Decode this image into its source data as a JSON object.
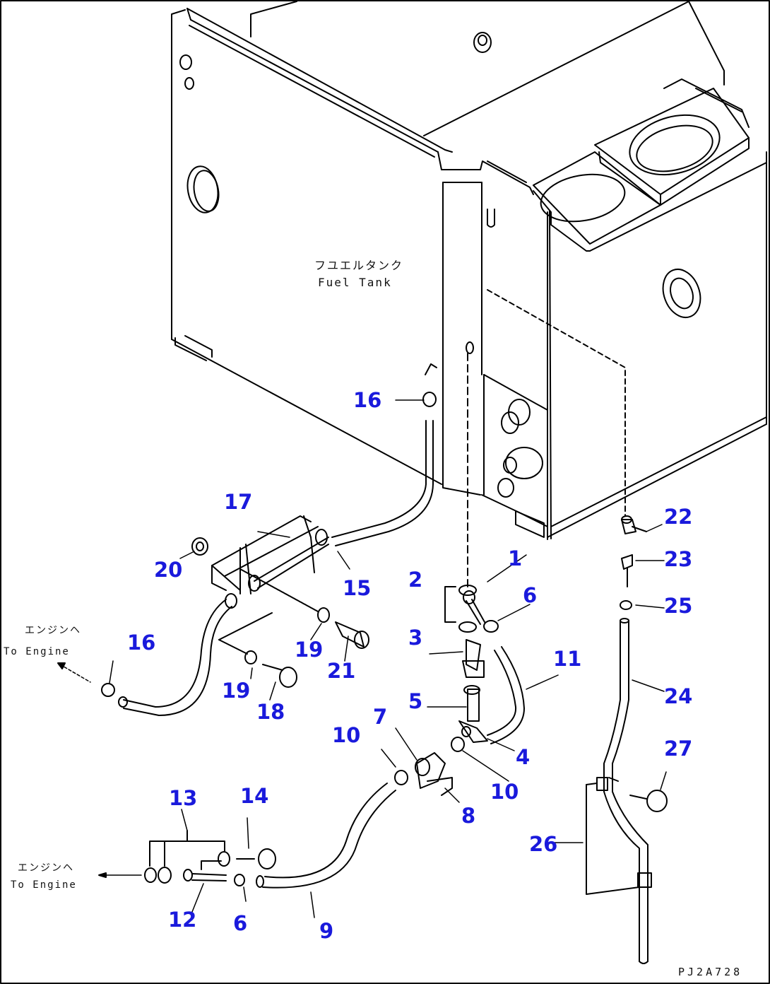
{
  "diagram": {
    "drawing_code": "PJ2A728",
    "tank_label_jp": "フユエルタンク",
    "tank_label_en": "Fuel Tank",
    "to_engine_jp": "エンジンヘ",
    "to_engine_en": "To Engine",
    "callouts": {
      "p1": "1",
      "p2": "2",
      "p3": "3",
      "p4": "4",
      "p5": "5",
      "p6a": "6",
      "p6b": "6",
      "p7": "7",
      "p8": "8",
      "p9": "9",
      "p10a": "10",
      "p10b": "10",
      "p11": "11",
      "p12": "12",
      "p13": "13",
      "p14": "14",
      "p15": "15",
      "p16a": "16",
      "p16b": "16",
      "p17": "17",
      "p18": "18",
      "p19a": "19",
      "p19b": "19",
      "p20": "20",
      "p21": "21",
      "p22": "22",
      "p23": "23",
      "p24": "24",
      "p25": "25",
      "p26": "26",
      "p27": "27"
    },
    "colors": {
      "callout": "#1a1adc",
      "line": "#000000"
    }
  }
}
